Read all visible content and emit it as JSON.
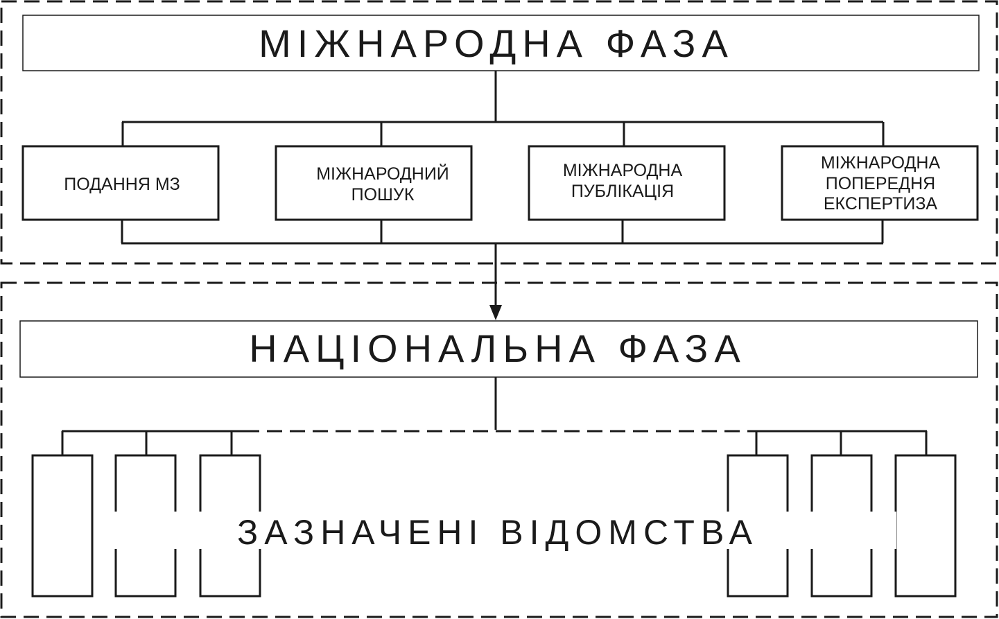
{
  "international_phase": {
    "title": "МІЖНАРОДНА ФАЗА",
    "stages": [
      {
        "lines": [
          "ПОДАННЯ МЗ"
        ]
      },
      {
        "lines": [
          "МІЖНАРОДНИЙ",
          "ПОШУК"
        ]
      },
      {
        "lines": [
          "МІЖНАРОДНА",
          "ПУБЛІКАЦІЯ"
        ]
      },
      {
        "lines": [
          "МІЖНАРОДНА",
          "ПОПЕРЕДНЯ",
          "ЕКСПЕРТИЗА"
        ]
      }
    ]
  },
  "national_phase": {
    "title": "НАЦІОНАЛЬНА ФАЗА",
    "offices_label": "ЗАЗНАЧЕНІ ВІДОМСТВА"
  }
}
